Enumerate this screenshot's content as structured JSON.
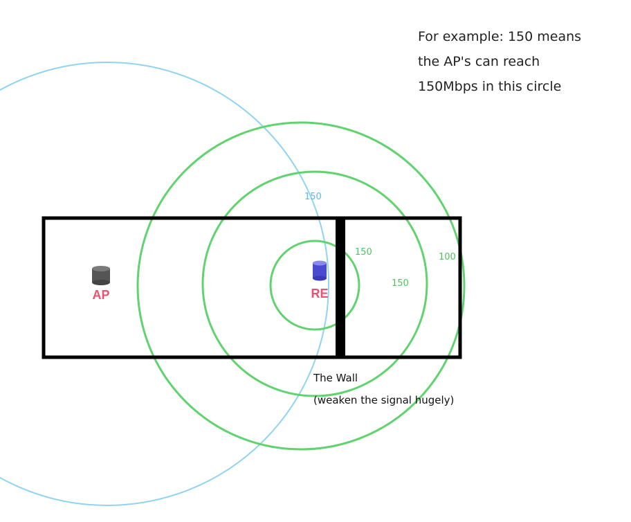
{
  "note": {
    "lines": [
      "For example: 150 means",
      "the AP's can reach",
      "150Mbps in this circle"
    ]
  },
  "devices": {
    "ap": {
      "label": "AP",
      "color": "#555555",
      "label_color": "#f0506e"
    },
    "re": {
      "label": "RE",
      "color": "#4a4ad0",
      "label_color": "#f0506e"
    }
  },
  "ap_coverage": {
    "label": "150",
    "color": "#8fd3f4"
  },
  "re_coverage": {
    "color": "#5fd36e",
    "labels": [
      "150",
      "150",
      "100"
    ]
  },
  "wall": {
    "title": "The Wall",
    "subtitle": "(weaken the signal hugely)"
  }
}
